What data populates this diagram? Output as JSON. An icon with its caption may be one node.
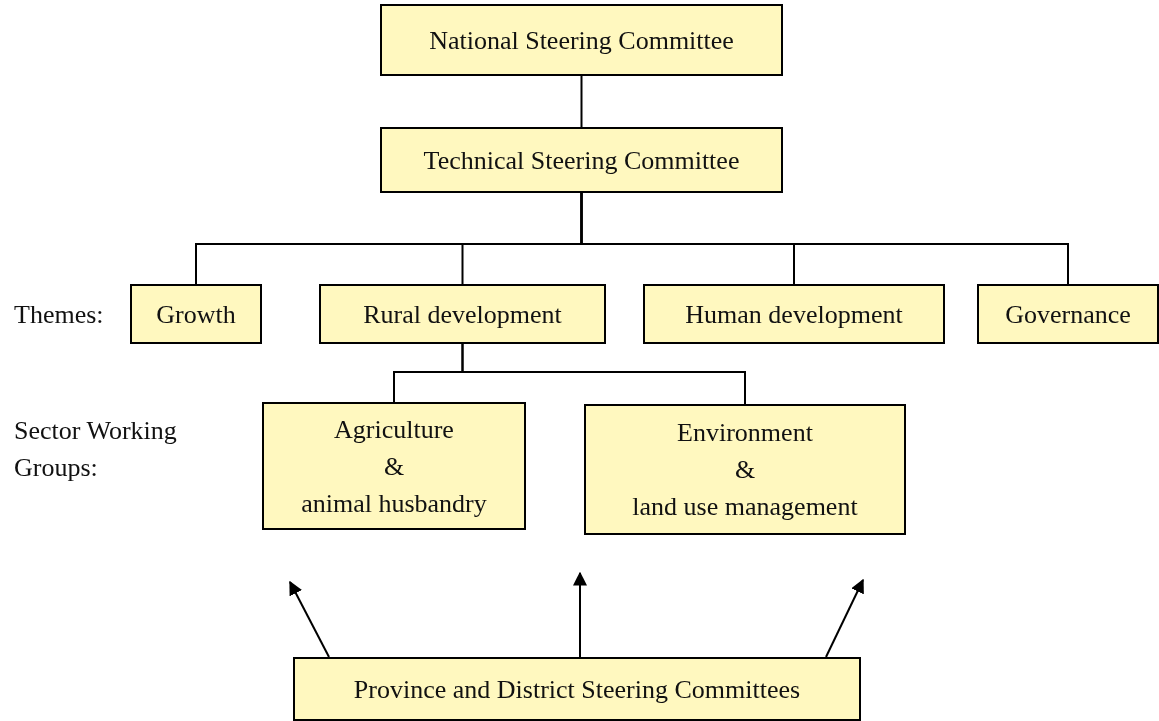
{
  "diagram": {
    "nodes": [
      {
        "text": [
          "National Steering Committee"
        ]
      },
      {
        "text": [
          "Technical Steering Committee"
        ]
      },
      {
        "text": [
          "Growth"
        ]
      },
      {
        "text": [
          "Rural development"
        ]
      },
      {
        "text": [
          "Human development"
        ]
      },
      {
        "text": [
          "Governance"
        ]
      },
      {
        "text": [
          "Agriculture & animal husbandry"
        ]
      },
      {
        "text": [
          "Environment & land use management"
        ]
      },
      {
        "text": [
          "Province and District Steering Committees"
        ]
      }
    ],
    "edges": [
      {
        "from": 0,
        "to": 1,
        "arrow": "none"
      },
      {
        "from": 1,
        "to": 2,
        "arrow": "none"
      },
      {
        "from": 1,
        "to": 3,
        "arrow": "none"
      },
      {
        "from": 1,
        "to": 4,
        "arrow": "none"
      },
      {
        "from": 1,
        "to": 5,
        "arrow": "none"
      },
      {
        "from": 3,
        "to": 6,
        "arrow": "none"
      },
      {
        "from": 3,
        "to": 7,
        "arrow": "none"
      },
      {
        "from": 8,
        "to": null,
        "arrow": "to"
      },
      {
        "from": 8,
        "to": null,
        "arrow": "to"
      },
      {
        "from": 8,
        "to": null,
        "arrow": "to"
      }
    ],
    "labels": [
      "Themes:",
      "Sector Working Groups:"
    ]
  }
}
